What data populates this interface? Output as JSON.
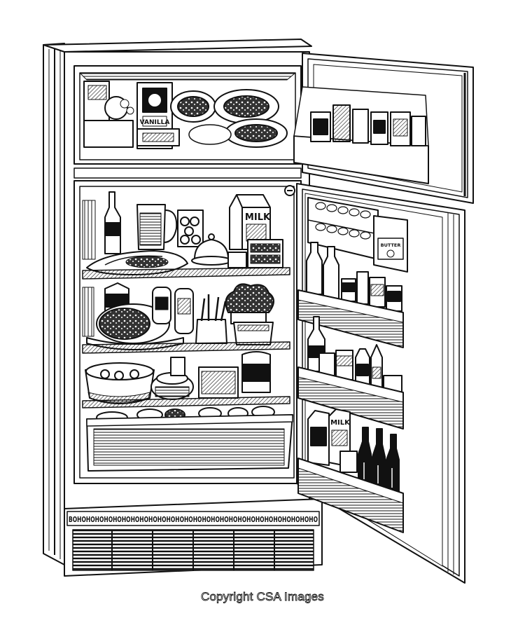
{
  "labels": {
    "freezer_box": "VANILLA",
    "carton_main": "MILK",
    "carton_door_top": "MILK",
    "butter": "BUTTER",
    "ban": "BOHOHOHOHOHOHOHOHOHOHOHOHOHOHOHOHOHOHOHOHOHOHOHOHOHOHOHO"
  },
  "copyright": "Copyright CSA Images"
}
